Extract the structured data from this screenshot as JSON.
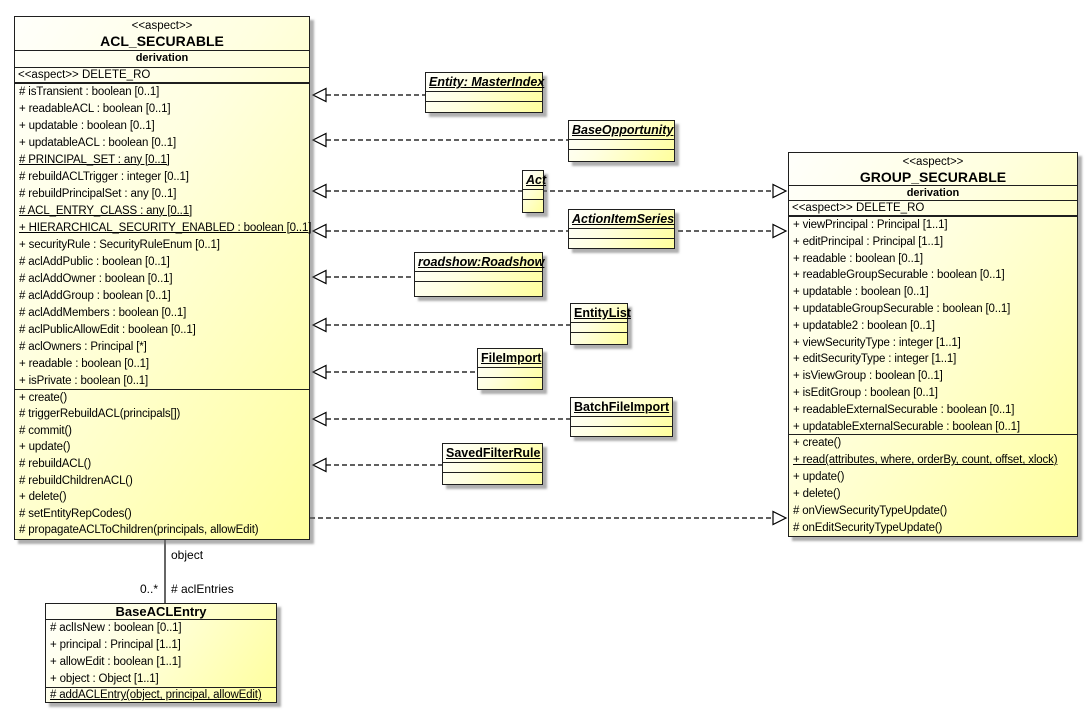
{
  "acl": {
    "stereotype": "<<aspect>>",
    "name": "ACL_SECURABLE",
    "template_label": "derivation",
    "substereotype": "<<aspect>> DELETE_RO",
    "attributes": [
      {
        "t": "# isTransient : boolean [0..1]"
      },
      {
        "t": "+ readableACL : boolean [0..1]"
      },
      {
        "t": "+ updatable : boolean [0..1]"
      },
      {
        "t": "+ updatableACL : boolean [0..1]"
      },
      {
        "t": "# PRINCIPAL_SET : any [0..1]",
        "u": true
      },
      {
        "t": "# rebuildACLTrigger : integer [0..1]"
      },
      {
        "t": "# rebuildPrincipalSet : any [0..1]"
      },
      {
        "t": "# ACL_ENTRY_CLASS : any [0..1]",
        "u": true
      },
      {
        "t": "+ HIERARCHICAL_SECURITY_ENABLED : boolean [0..1]",
        "u": true
      },
      {
        "t": "+ securityRule : SecurityRuleEnum [0..1]"
      },
      {
        "t": "# aclAddPublic : boolean [0..1]"
      },
      {
        "t": "# aclAddOwner : boolean [0..1]"
      },
      {
        "t": "# aclAddGroup : boolean [0..1]"
      },
      {
        "t": "# aclAddMembers : boolean [0..1]"
      },
      {
        "t": "# aclPublicAllowEdit : boolean [0..1]"
      },
      {
        "t": "# aclOwners : Principal [*]"
      },
      {
        "t": "+ readable : boolean [0..1]"
      },
      {
        "t": "+ isPrivate : boolean [0..1]"
      }
    ],
    "operations": [
      {
        "t": "+ create()"
      },
      {
        "t": "# triggerRebuildACL(principals[])"
      },
      {
        "t": "# commit()"
      },
      {
        "t": "+ update()"
      },
      {
        "t": "# rebuildACL()"
      },
      {
        "t": "# rebuildChildrenACL()"
      },
      {
        "t": "+ delete()"
      },
      {
        "t": "# setEntityRepCodes()"
      },
      {
        "t": "# propagateACLToChildren(principals, allowEdit)"
      }
    ]
  },
  "group": {
    "stereotype": "<<aspect>>",
    "name": "GROUP_SECURABLE",
    "template_label": "derivation",
    "substereotype": "<<aspect>> DELETE_RO",
    "attributes": [
      {
        "t": "+ viewPrincipal : Principal [1..1]"
      },
      {
        "t": "+ editPrincipal : Principal [1..1]"
      },
      {
        "t": "+ readable : boolean [0..1]"
      },
      {
        "t": "+ readableGroupSecurable : boolean [0..1]"
      },
      {
        "t": "+ updatable : boolean [0..1]"
      },
      {
        "t": "+ updatableGroupSecurable : boolean [0..1]"
      },
      {
        "t": "+ updatable2 : boolean [0..1]"
      },
      {
        "t": "+ viewSecurityType : integer [1..1]"
      },
      {
        "t": "+ editSecurityType : integer [1..1]"
      },
      {
        "t": "+ isViewGroup : boolean [0..1]"
      },
      {
        "t": "+ isEditGroup : boolean [0..1]"
      },
      {
        "t": "+ readableExternalSecurable : boolean [0..1]"
      },
      {
        "t": "+ updatableExternalSecurable : boolean [0..1]"
      }
    ],
    "operations": [
      {
        "t": "+ create()"
      },
      {
        "t": "+ read(attributes, where, orderBy, count, offset, xlock)",
        "u": true
      },
      {
        "t": "+ update()"
      },
      {
        "t": "+ delete()"
      },
      {
        "t": "# onViewSecurityTypeUpdate()"
      },
      {
        "t": "# onEditSecurityTypeUpdate()"
      }
    ]
  },
  "satellites": [
    {
      "name": "Entity: MasterIndex"
    },
    {
      "name": "BaseOpportunity"
    },
    {
      "name": "Act"
    },
    {
      "name": "ActionItemSeries"
    },
    {
      "name": "roadshow:Roadshow"
    },
    {
      "name": "EntityList"
    },
    {
      "name": "FileImport"
    },
    {
      "name": "BatchFileImport"
    },
    {
      "name": "SavedFilterRule"
    }
  ],
  "base_acl_entry": {
    "name": "BaseACLEntry",
    "attributes": [
      {
        "t": "# aclIsNew : boolean [0..1]"
      },
      {
        "t": "+ principal : Principal [1..1]"
      },
      {
        "t": "+ allowEdit : boolean [1..1]"
      },
      {
        "t": "+ object : Object [1..1]"
      }
    ],
    "operations": [
      {
        "t": "# addACLEntry(object, principal, allowEdit)",
        "u": true
      }
    ]
  },
  "association": {
    "role_top": "object",
    "multiplicity": "0..*",
    "role_bottom": "# aclEntries"
  },
  "relationships": [
    {
      "from": "Entity: MasterIndex",
      "to": "ACL_SECURABLE",
      "type": "dashed-realization"
    },
    {
      "from": "BaseOpportunity",
      "to": "ACL_SECURABLE",
      "type": "dashed-realization"
    },
    {
      "from": "Act",
      "to": "ACL_SECURABLE",
      "type": "dashed-realization"
    },
    {
      "from": "Act",
      "to": "GROUP_SECURABLE",
      "type": "dashed-realization"
    },
    {
      "from": "ActionItemSeries",
      "to": "ACL_SECURABLE",
      "type": "dashed-realization"
    },
    {
      "from": "ActionItemSeries",
      "to": "GROUP_SECURABLE",
      "type": "dashed-realization"
    },
    {
      "from": "roadshow:Roadshow",
      "to": "ACL_SECURABLE",
      "type": "dashed-realization"
    },
    {
      "from": "EntityList",
      "to": "ACL_SECURABLE",
      "type": "dashed-realization"
    },
    {
      "from": "FileImport",
      "to": "ACL_SECURABLE",
      "type": "dashed-realization"
    },
    {
      "from": "BatchFileImport",
      "to": "ACL_SECURABLE",
      "type": "dashed-realization"
    },
    {
      "from": "SavedFilterRule",
      "to": "ACL_SECURABLE",
      "type": "dashed-realization"
    },
    {
      "from": "ACL_SECURABLE",
      "to": "GROUP_SECURABLE",
      "type": "dashed-realization"
    },
    {
      "from": "ACL_SECURABLE",
      "to": "BaseACLEntry",
      "type": "association"
    }
  ],
  "colors": {
    "box_fill_light": "#fffffb",
    "box_fill_yellow": "#ffff9c",
    "border": "#1f1f1f",
    "shadow": "#6e6e6e",
    "background": "#ffffff"
  }
}
